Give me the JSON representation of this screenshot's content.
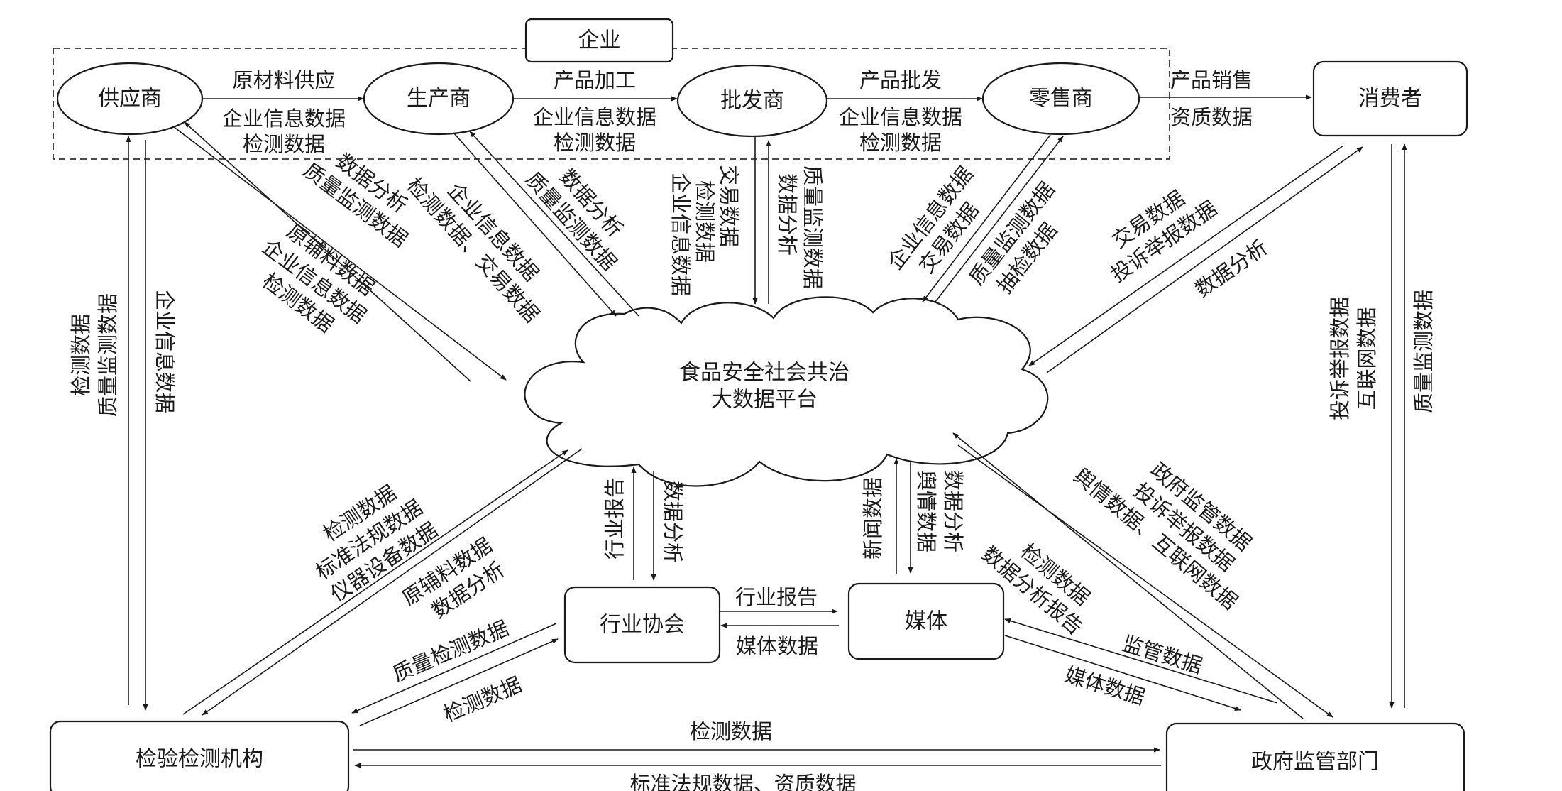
{
  "group": {
    "title": "企业"
  },
  "platform": {
    "line1": "食品安全社会共治",
    "line2": "大数据平台"
  },
  "nodes": {
    "supplier": "供应商",
    "producer": "生产商",
    "wholesaler": "批发商",
    "retailer": "零售商",
    "consumer": "消费者",
    "association": "行业协会",
    "media": "媒体",
    "inspection": "检验检测机构",
    "government": "政府监管部门"
  },
  "labels": {
    "sup_prod_1": "原材料供应",
    "sup_prod_2": "企业信息数据",
    "sup_prod_3": "检测数据",
    "prod_whol_1": "产品加工",
    "prod_whol_2": "企业信息数据",
    "prod_whol_3": "检测数据",
    "whol_ret_1": "产品批发",
    "whol_ret_2": "企业信息数据",
    "whol_ret_3": "检测数据",
    "ret_cons_1": "产品销售",
    "ret_cons_2": "资质数据",
    "sup_plat_1": "数据分析",
    "sup_plat_2": "质量监测数据",
    "sup_plat_3": "原辅料数据",
    "sup_plat_4": "企业信息数据",
    "sup_plat_5": "检测数据",
    "prod_plat_1": "数据分析",
    "prod_plat_2": "质量监测数据",
    "prod_plat_3": "企业信息数据",
    "prod_plat_4": "检测数据、交易数据",
    "whol_plat_1": "企业信息数据",
    "whol_plat_2": "检测数据",
    "whol_plat_3": "交易数据",
    "whol_plat_4": "质量监测数据",
    "whol_plat_5": "数据分析",
    "ret_plat_1": "企业信息数据",
    "ret_plat_2": "交易数据",
    "ret_plat_3": "质量监测数据",
    "ret_plat_4": "抽检数据",
    "cons_plat_1": "交易数据",
    "cons_plat_2": "投诉举报数据",
    "cons_plat_3": "数据分析",
    "insp_sup_1": "检测数据",
    "insp_sup_2": "质量监测数据",
    "insp_sup_3": "企业信息数据",
    "cons_gov_1": "投诉举报数据",
    "cons_gov_2": "互联网数据",
    "cons_gov_3": "质量监测数据",
    "insp_plat_1": "检测数据",
    "insp_plat_2": "标准法规数据",
    "insp_plat_3": "仪器设备数据",
    "insp_plat_4": "原辅料数据",
    "insp_plat_5": "数据分析",
    "assoc_plat_1": "行业报告",
    "assoc_plat_2": "数据分析",
    "media_plat_1": "新闻数据",
    "media_plat_2": "数据分析",
    "media_plat_3": "舆情数据",
    "gov_plat_1": "政府监管数据",
    "gov_plat_2": "投诉举报数据",
    "gov_plat_3": "舆情数据、互联网数据",
    "gov_plat_4": "检测数据",
    "gov_plat_5": "数据分析报告",
    "assoc_media_1": "行业报告",
    "assoc_media_2": "媒体数据",
    "insp_assoc_1": "质量检测数据",
    "insp_assoc_2": "检测数据",
    "media_gov_1": "监管数据",
    "media_gov_2": "媒体数据",
    "insp_gov_1": "检测数据",
    "insp_gov_2": "标准法规数据、资质数据"
  }
}
